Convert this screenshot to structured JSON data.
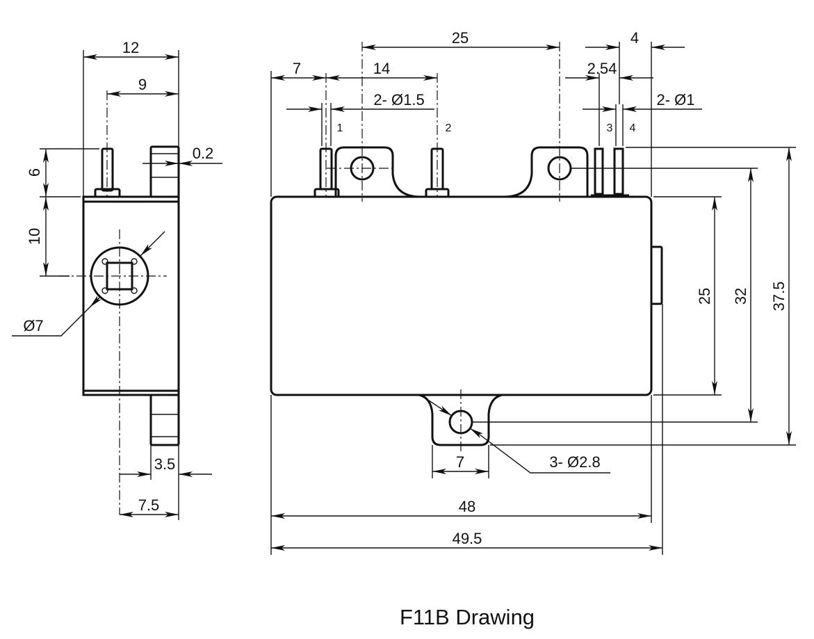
{
  "title": "F11B Drawing",
  "side_view": {
    "dims": {
      "width_total": "12",
      "pin_offset": "9",
      "pin_height": "6",
      "center_height": "10",
      "tab_gap": "0.2",
      "diameter": "Ø7",
      "bottom_tab": "3.5",
      "bottom_offset": "7.5"
    }
  },
  "front_view": {
    "dims": {
      "hole_spacing": "25",
      "pin_spacing_12": "14",
      "pin1_offset": "7",
      "pin_dia_12": "2- Ø1.5",
      "pin_pitch_34": "2.54",
      "pin4_offset": "4",
      "pin_dia_34": "2- Ø1",
      "body_height": "25",
      "hole_v_spacing": "32",
      "total_height": "37.5",
      "bottom_ear": "7",
      "hole_dia": "3- Ø2.8",
      "body_length": "48",
      "total_length": "49.5"
    },
    "pin_labels": [
      "1",
      "2",
      "3",
      "4"
    ]
  }
}
